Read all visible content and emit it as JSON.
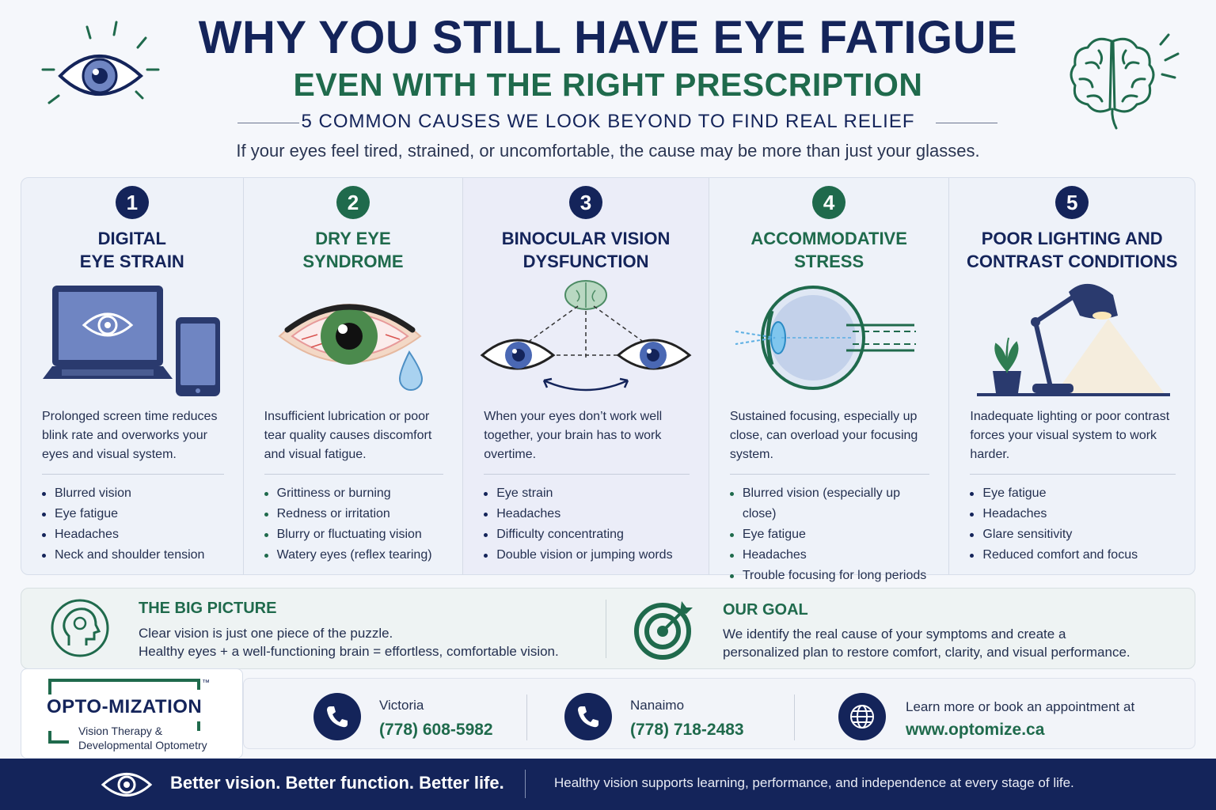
{
  "header": {
    "title": "WHY YOU STILL HAVE EYE FATIGUE",
    "subtitle": "EVEN WITH THE RIGHT PRESCRIPTION",
    "tagline": "5 COMMON CAUSES WE LOOK BEYOND TO FIND REAL RELIEF",
    "intro": "If your eyes feel tired, strained, or uncomfortable, the cause may be more than just your glasses."
  },
  "causes": [
    {
      "number": "1",
      "title_line1": "DIGITAL",
      "title_line2": "EYE STRAIN",
      "description": "Prolonged screen time reduces blink rate and overworks your eyes and visual system.",
      "symptoms": [
        "Blurred vision",
        "Eye fatigue",
        "Headaches",
        "Neck and shoulder tension"
      ]
    },
    {
      "number": "2",
      "title_line1": "DRY EYE",
      "title_line2": "SYNDROME",
      "description": "Insufficient lubrication or poor tear quality causes discomfort and visual fatigue.",
      "symptoms": [
        "Grittiness or burning",
        "Redness or irritation",
        "Blurry or fluctuating vision",
        "Watery eyes (reflex tearing)"
      ]
    },
    {
      "number": "3",
      "title_line1": "BINOCULAR VISION",
      "title_line2": "DYSFUNCTION",
      "description": "When your eyes don’t work well together, your brain has to work overtime.",
      "symptoms": [
        "Eye strain",
        "Headaches",
        "Difficulty concentrating",
        "Double vision or jumping words"
      ]
    },
    {
      "number": "4",
      "title_line1": "ACCOMMODATIVE",
      "title_line2": "STRESS",
      "description": "Sustained focusing, especially up close, can overload your focusing system.",
      "symptoms": [
        "Blurred vision (especially up close)",
        "Eye fatigue",
        "Headaches",
        "Trouble focusing for long periods"
      ]
    },
    {
      "number": "5",
      "title_line1": "POOR LIGHTING AND",
      "title_line2": "CONTRAST CONDITIONS",
      "description": "Inadequate lighting or poor contrast forces your visual system to work harder.",
      "symptoms": [
        "Eye fatigue",
        "Headaches",
        "Glare sensitivity",
        "Reduced comfort and focus"
      ]
    }
  ],
  "big_picture": {
    "title": "THE BIG PICTURE",
    "line1": "Clear vision is just one piece of the puzzle.",
    "line2": "Healthy eyes + a well-functioning brain = effortless, comfortable vision."
  },
  "goal": {
    "title": "OUR GOAL",
    "line1": "We identify the real cause of your symptoms and create a",
    "line2": "personalized plan to restore comfort, clarity, and visual performance."
  },
  "logo": {
    "name": "OPTO-MIZATION",
    "tm": "™",
    "line1": "Vision Therapy &",
    "line2": "Developmental Optometry"
  },
  "contacts": {
    "victoria_label": "Victoria",
    "victoria_phone": "(778) 608-5982",
    "nanaimo_label": "Nanaimo",
    "nanaimo_phone": "(778) 718-2483",
    "web_label": "Learn more or book an appointment at",
    "web_url": "www.optomize.ca"
  },
  "footer": {
    "slogan": "Better vision. Better function. Better life.",
    "text": "Healthy vision supports learning, performance, and independence at every stage of life."
  },
  "colors": {
    "navy": "#14245a",
    "green": "#1f6a4c",
    "background": "#f5f7fb"
  },
  "icons": {
    "header_left": "eye-icon",
    "header_right": "brain-icon",
    "big_picture": "head-icon",
    "goal": "target-icon",
    "phone": "phone-icon",
    "web": "globe-icon"
  }
}
